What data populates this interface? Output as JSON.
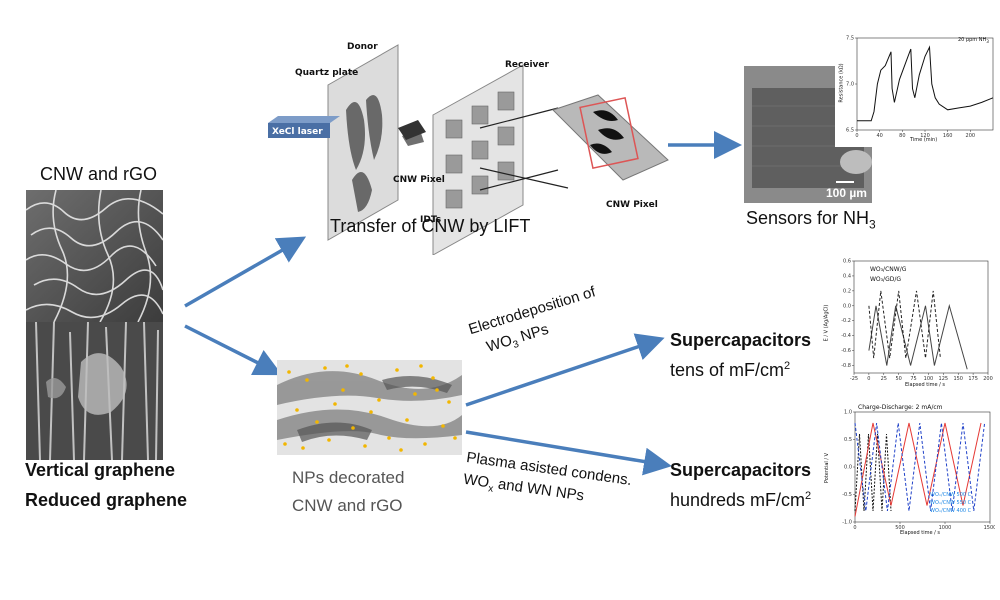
{
  "source": {
    "title": "CNW and rGO",
    "caption_line1": "Vertical graphene",
    "caption_line2": "Reduced graphene"
  },
  "lift": {
    "caption": "Transfer of CNW by LIFT",
    "label_donor": "Donor",
    "label_quartz": "Quartz plate",
    "label_laser": "XeCl laser",
    "label_receiver": "Receiver",
    "label_cnw_pixel": "CNW Pixel",
    "label_idts": "IDTs",
    "label_cnw_pixel_2": "CNW Pixel"
  },
  "sensor": {
    "caption_prefix": "Sensors for NH",
    "caption_sub": "3",
    "scale_bar": "100 µm",
    "plot_legend": "20 ppm NH",
    "plot_legend_sub": "3",
    "plot_xlabel": "Time (min)",
    "plot_ylabel": "Resistance (kΩ)"
  },
  "decorated": {
    "caption_line1": "NPs decorated",
    "caption_line2": "CNW and rGO"
  },
  "route1": {
    "label_line1": "Electrodeposition of",
    "label_line2_prefix": "WO",
    "label_line2_sub": "3",
    "label_line2_suffix": " NPs",
    "result_title": "Supercapacitors",
    "result_value": "tens of  mF/cm",
    "result_sup": "2"
  },
  "route2": {
    "label_line1": "Plasma asisted condens.",
    "label_line2_prefix": "WO",
    "label_line2_sub": "x",
    "label_line2_suffix": " and WN NPs",
    "result_title": "Supercapacitors",
    "result_value": "hundreds mF/cm",
    "result_sup": "2"
  },
  "plot1": {
    "legend_1": "WO₃/CNW/G",
    "legend_2": "WO₃/GD/G",
    "xlabel": "Elapsed time / s",
    "ylabel": "E / V (Ag/AgCl)"
  },
  "plot2": {
    "title": "Charge-Discharge: 2 mA/cm",
    "legend_1": "WOₓ/CNW 500 C",
    "legend_2": "WOₓ/CNW 550 C",
    "legend_3": "WOₓ/CNW 400 C",
    "xlabel": "Elapsed time / s",
    "ylabel": "Potential / V"
  },
  "chart_data": [
    {
      "type": "line",
      "title": "",
      "xlabel": "Time (min)",
      "ylabel": "Resistance (kΩ)",
      "xlim": [
        0,
        240
      ],
      "ylim": [
        6.5,
        7.5
      ],
      "x_ticks": [
        0,
        40,
        80,
        120,
        160,
        200
      ],
      "y_ticks": [
        6.5,
        7.0,
        7.5
      ],
      "series": [
        {
          "name": "20 ppm NH3",
          "x": [
            0,
            25,
            30,
            36,
            42,
            50,
            60,
            62,
            66,
            75,
            90,
            95,
            98,
            102,
            110,
            120,
            128,
            132,
            138,
            145,
            160,
            180,
            200,
            220,
            240
          ],
          "y": [
            6.6,
            6.6,
            6.7,
            7.0,
            7.15,
            7.2,
            7.35,
            6.95,
            6.8,
            7.05,
            7.3,
            7.38,
            6.95,
            6.85,
            7.1,
            7.3,
            7.4,
            7.0,
            6.85,
            6.78,
            6.72,
            6.74,
            6.76,
            6.8,
            6.85
          ]
        }
      ]
    },
    {
      "type": "line",
      "title": "",
      "xlabel": "Elapsed time / s",
      "ylabel": "E / V (Ag/AgCl)",
      "xlim": [
        -25,
        200
      ],
      "ylim": [
        -0.9,
        0.6
      ],
      "x_ticks": [
        -25,
        0,
        25,
        50,
        75,
        100,
        125,
        150,
        175,
        200
      ],
      "y_ticks": [
        -0.8,
        -0.6,
        -0.4,
        -0.2,
        0.0,
        0.2,
        0.4,
        0.6
      ],
      "series": [
        {
          "name": "WO3/CNW/G",
          "x": [
            0,
            12,
            30,
            45,
            70,
            95,
            110,
            135,
            165
          ],
          "y": [
            -0.6,
            0.0,
            -0.8,
            0.0,
            -0.8,
            0.0,
            -0.8,
            0.0,
            -0.85
          ]
        },
        {
          "name": "WO3/GD/G",
          "x": [
            0,
            8,
            20,
            35,
            50,
            62,
            80,
            95,
            108,
            120
          ],
          "y": [
            0.0,
            -0.7,
            0.2,
            -0.7,
            0.2,
            -0.7,
            0.2,
            -0.7,
            0.2,
            -0.7
          ]
        }
      ]
    },
    {
      "type": "line",
      "title": "Charge-Discharge: 2 mA/cm",
      "xlabel": "Elapsed time / s",
      "ylabel": "Potential / V",
      "xlim": [
        0,
        1500
      ],
      "ylim": [
        -1.0,
        1.0
      ],
      "x_ticks": [
        0,
        500,
        1000,
        1500
      ],
      "y_ticks": [
        -1.0,
        -0.5,
        0.0,
        0.5,
        1.0
      ],
      "series": [
        {
          "name": "WOx/CNW 500 C",
          "x": [
            0,
            50,
            100,
            150,
            200,
            250,
            300,
            350,
            400
          ],
          "y": [
            -0.8,
            0.6,
            -0.8,
            0.6,
            -0.8,
            0.6,
            -0.8,
            0.6,
            -0.8
          ]
        },
        {
          "name": "WOx/CNW 550 C",
          "x": [
            0,
            200,
            400,
            600,
            800,
            1000,
            1200,
            1400
          ],
          "y": [
            -0.9,
            0.8,
            -0.7,
            0.8,
            -0.7,
            0.8,
            -0.7,
            0.8
          ]
        },
        {
          "name": "WOx/CNW 400 C",
          "x": [
            0,
            120,
            240,
            360,
            480,
            600,
            720,
            840,
            960,
            1080,
            1200,
            1320,
            1440
          ],
          "y": [
            0.8,
            -0.8,
            0.8,
            -0.8,
            0.8,
            -0.8,
            0.8,
            -0.8,
            0.8,
            -0.8,
            0.8,
            -0.8,
            0.8
          ]
        }
      ]
    }
  ]
}
